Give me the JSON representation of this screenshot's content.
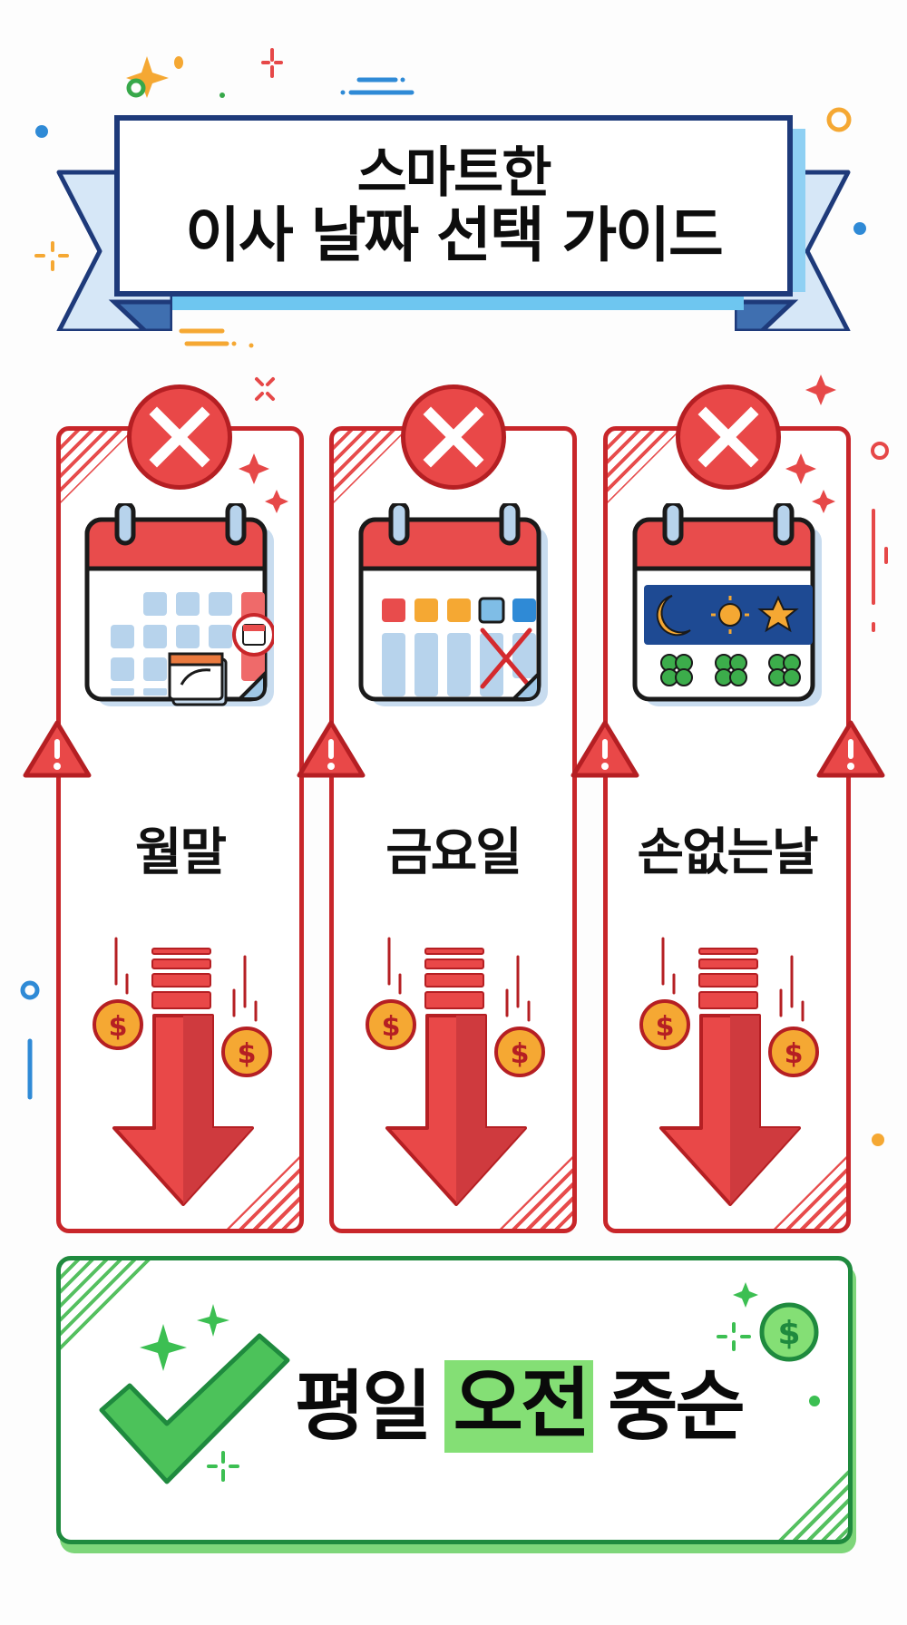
{
  "title": {
    "line1": "스마트한",
    "line2": "이사 날짜 선택 가이드"
  },
  "bad_options": [
    {
      "label": "월말",
      "icon": "calendar-month-end-icon",
      "status": "x-mark",
      "effect": "cost-down-arrow"
    },
    {
      "label": "금요일",
      "icon": "calendar-friday-crossed-icon",
      "status": "x-mark",
      "effect": "cost-down-arrow"
    },
    {
      "label": "손없는날",
      "icon": "calendar-lucky-day-icon",
      "status": "x-mark",
      "effect": "cost-down-arrow"
    }
  ],
  "recommendation": {
    "word1": "평일",
    "word2_highlight": "오전",
    "word3": "중순",
    "icon": "check-mark-icon"
  },
  "colors": {
    "navy": "#1e3a7a",
    "red": "#e94848",
    "dark_red": "#b51f23",
    "green": "#1f8a3e",
    "light_green": "#84df75",
    "coin": "#f5a833",
    "sky": "#6ec6f0"
  }
}
